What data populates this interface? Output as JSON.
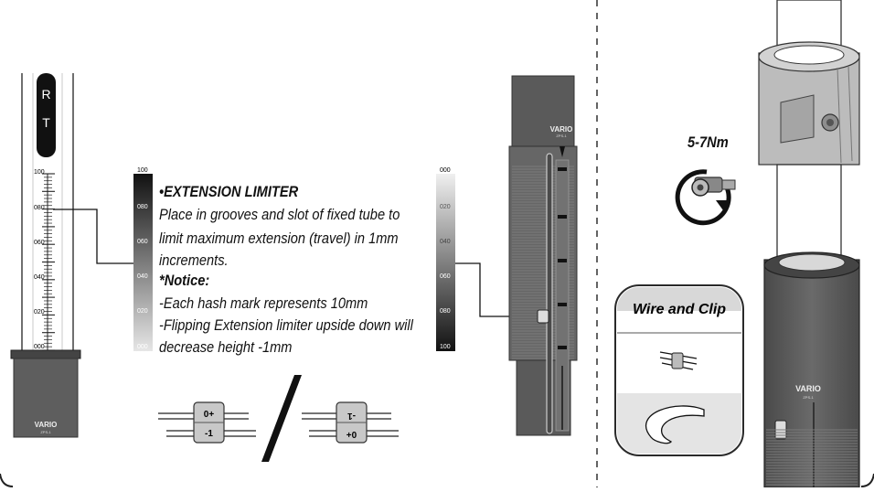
{
  "tube_labels": {
    "r": "R",
    "t": "T"
  },
  "left_scale": [
    "100",
    "080",
    "060",
    "040",
    "020",
    "000"
  ],
  "mid_gradient_scale": [
    "100",
    "080",
    "060",
    "040",
    "020",
    "000"
  ],
  "right_gradient_scale": [
    "000",
    "020",
    "040",
    "060",
    "080",
    "100"
  ],
  "brand": {
    "name": "VARIO",
    "sub": "ZPS-1"
  },
  "instructions": {
    "heading": "•EXTENSION LIMITER",
    "body": [
      "Place in grooves and slot of fixed tube to",
      "limit maximum extension  (travel) in 1mm",
      "increments."
    ],
    "notice_heading": "*Notice:",
    "notice": [
      "-Each hash mark represents 10mm",
      "-Flipping Extension limiter upside down will",
      " decrease height -1mm"
    ]
  },
  "limiters": {
    "left": {
      "top": "0+",
      "bottom": "-1"
    },
    "right": {
      "top": "-1",
      "bottom": "+0"
    }
  },
  "torque": "5-7Nm",
  "wire_clip_title": "Wire and Clip",
  "colors": {
    "dark_tube": "#5a5a5a",
    "light_collar": "#bcbcbc",
    "panel_border": "#2a2a2a",
    "accent_black": "#111111"
  }
}
